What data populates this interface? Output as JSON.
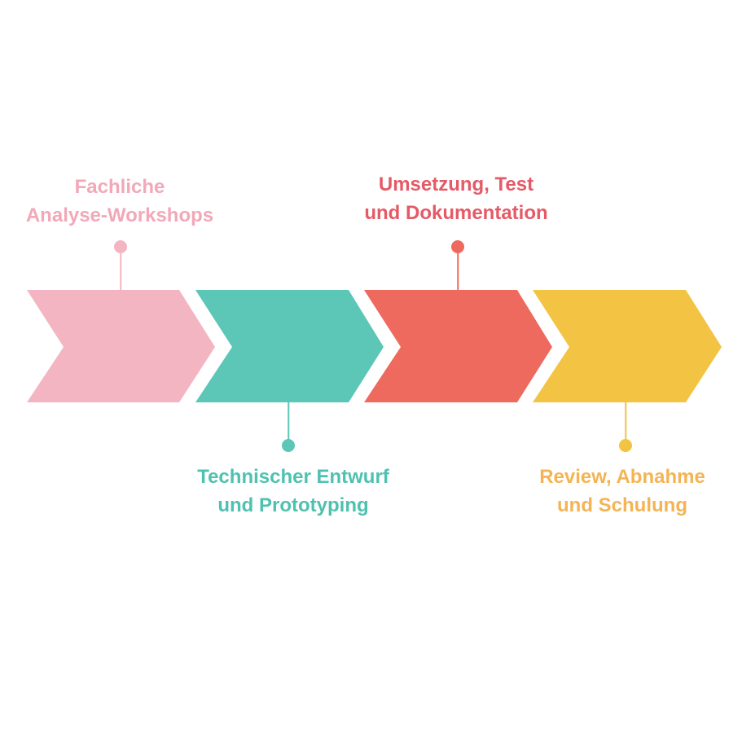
{
  "steps": [
    {
      "name": "step-1",
      "line1": "Fachliche",
      "line2": "Analyse-Workshops",
      "color": "#f3b5c2",
      "text_color": "#f2a8b8",
      "position": "top"
    },
    {
      "name": "step-2",
      "line1": "Technischer Entwurf",
      "line2": "und Prototyping",
      "color": "#5cc6b7",
      "text_color": "#4fc1b0",
      "position": "bottom"
    },
    {
      "name": "step-3",
      "line1": "Umsetzung, Test",
      "line2": "und Dokumentation",
      "color": "#ee6a5e",
      "text_color": "#e45a66",
      "position": "top"
    },
    {
      "name": "step-4",
      "line1": "Review, Abnahme",
      "line2": "und Schulung",
      "color": "#f3c443",
      "text_color": "#f4b454",
      "position": "bottom"
    }
  ]
}
